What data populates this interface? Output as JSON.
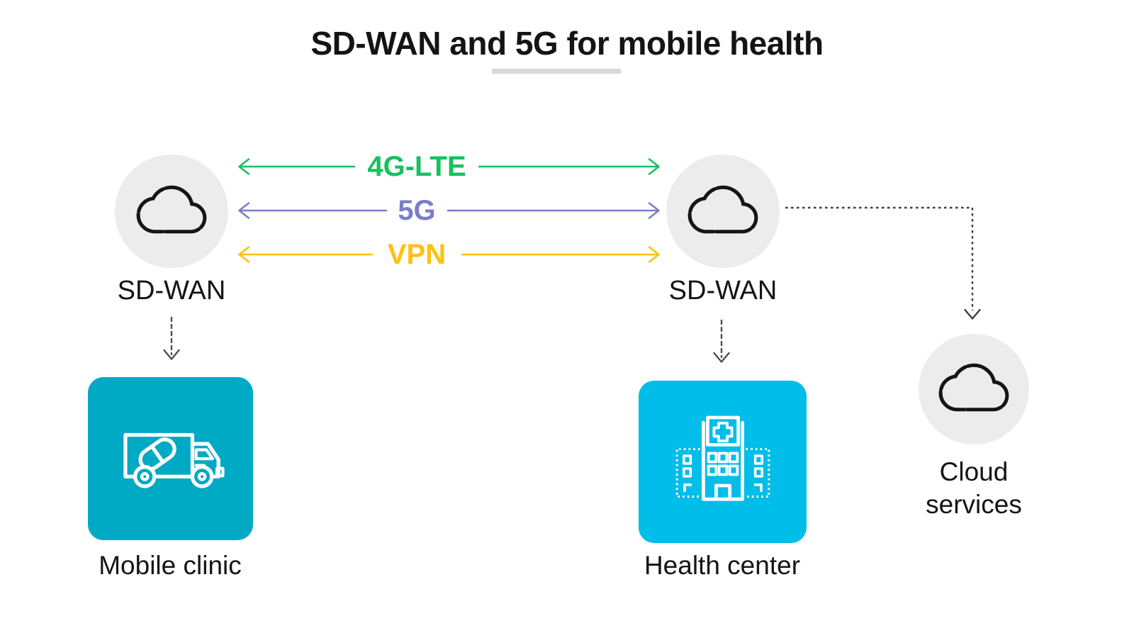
{
  "title": "SD-WAN and 5G for mobile health",
  "links": [
    {
      "label": "4G-LTE",
      "color": "#17c060"
    },
    {
      "label": "5G",
      "color": "#7a7ec7"
    },
    {
      "label": "VPN",
      "color": "#fec110"
    }
  ],
  "nodes": {
    "sdwan_left": {
      "label": "SD-WAN",
      "icon": "cloud-icon"
    },
    "sdwan_right": {
      "label": "SD-WAN",
      "icon": "cloud-icon"
    },
    "mobile_clinic": {
      "label": "Mobile clinic",
      "icon": "medical-truck-icon",
      "color": "#00a9c4"
    },
    "health_center": {
      "label": "Health center",
      "icon": "hospital-icon",
      "color": "#00bde9"
    },
    "cloud_services": {
      "label": "Cloud services",
      "icon": "cloud-icon"
    }
  },
  "connector_colors": {
    "dashed_arrow": "#4d4d4d",
    "dotted_elbow": "#3b3b3b",
    "node_circle_fill": "#ececec"
  }
}
